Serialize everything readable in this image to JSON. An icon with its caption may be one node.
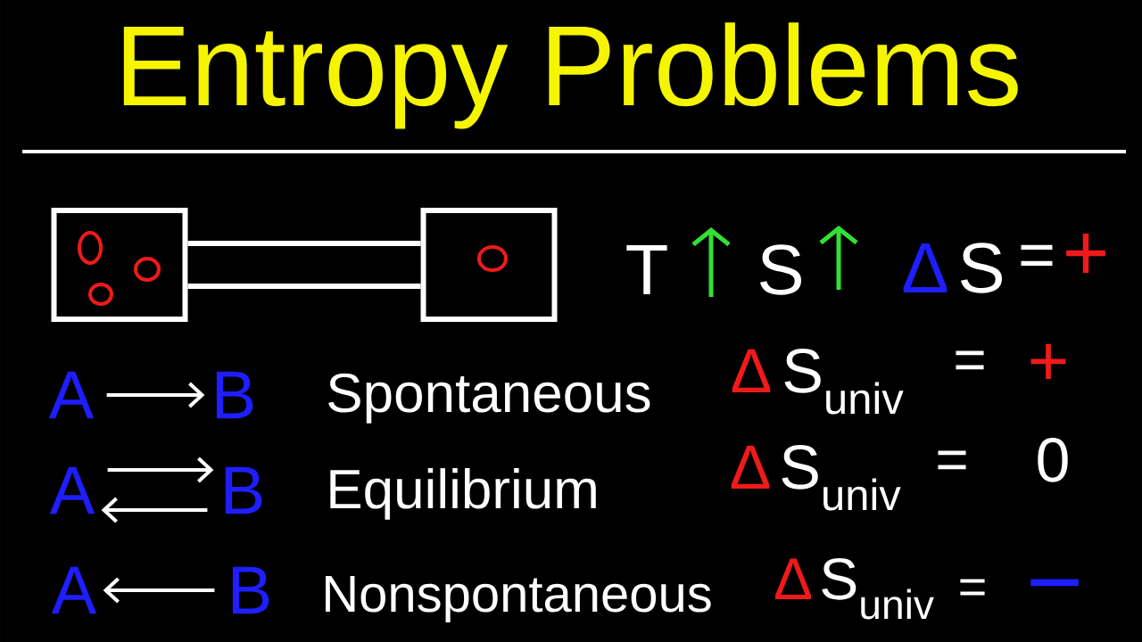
{
  "diagram": {
    "title": "Entropy Problems",
    "nodes": [
      {
        "text": [],
        "shape": "box"
      },
      {
        "text": [],
        "shape": "box"
      },
      {
        "text": [
          "A"
        ]
      },
      {
        "text": [
          "B"
        ]
      },
      {
        "text": [
          "A"
        ]
      },
      {
        "text": [
          "B"
        ]
      },
      {
        "text": [
          "A"
        ]
      },
      {
        "text": [
          "B"
        ]
      }
    ],
    "edges": [
      {
        "from": 0,
        "to": 1,
        "arrow": "none",
        "style": "thick"
      },
      {
        "from": 2,
        "to": 3,
        "arrow": "to"
      },
      {
        "from": 4,
        "to": 5,
        "arrow": "to"
      },
      {
        "from": 5,
        "to": 4,
        "arrow": "to"
      },
      {
        "from": 7,
        "to": 6,
        "arrow": "to"
      }
    ],
    "labels": [
      "T",
      "S",
      "Δ",
      "S",
      "=",
      "+",
      "Spontaneous",
      "Δ",
      "S$_{univ}$",
      "=",
      "+",
      "Equilibrium",
      "Δ",
      "S$_{univ}$",
      "=",
      "0",
      "Nonspontaneous",
      "Δ",
      "S$_{univ}$",
      "=",
      "−"
    ]
  }
}
